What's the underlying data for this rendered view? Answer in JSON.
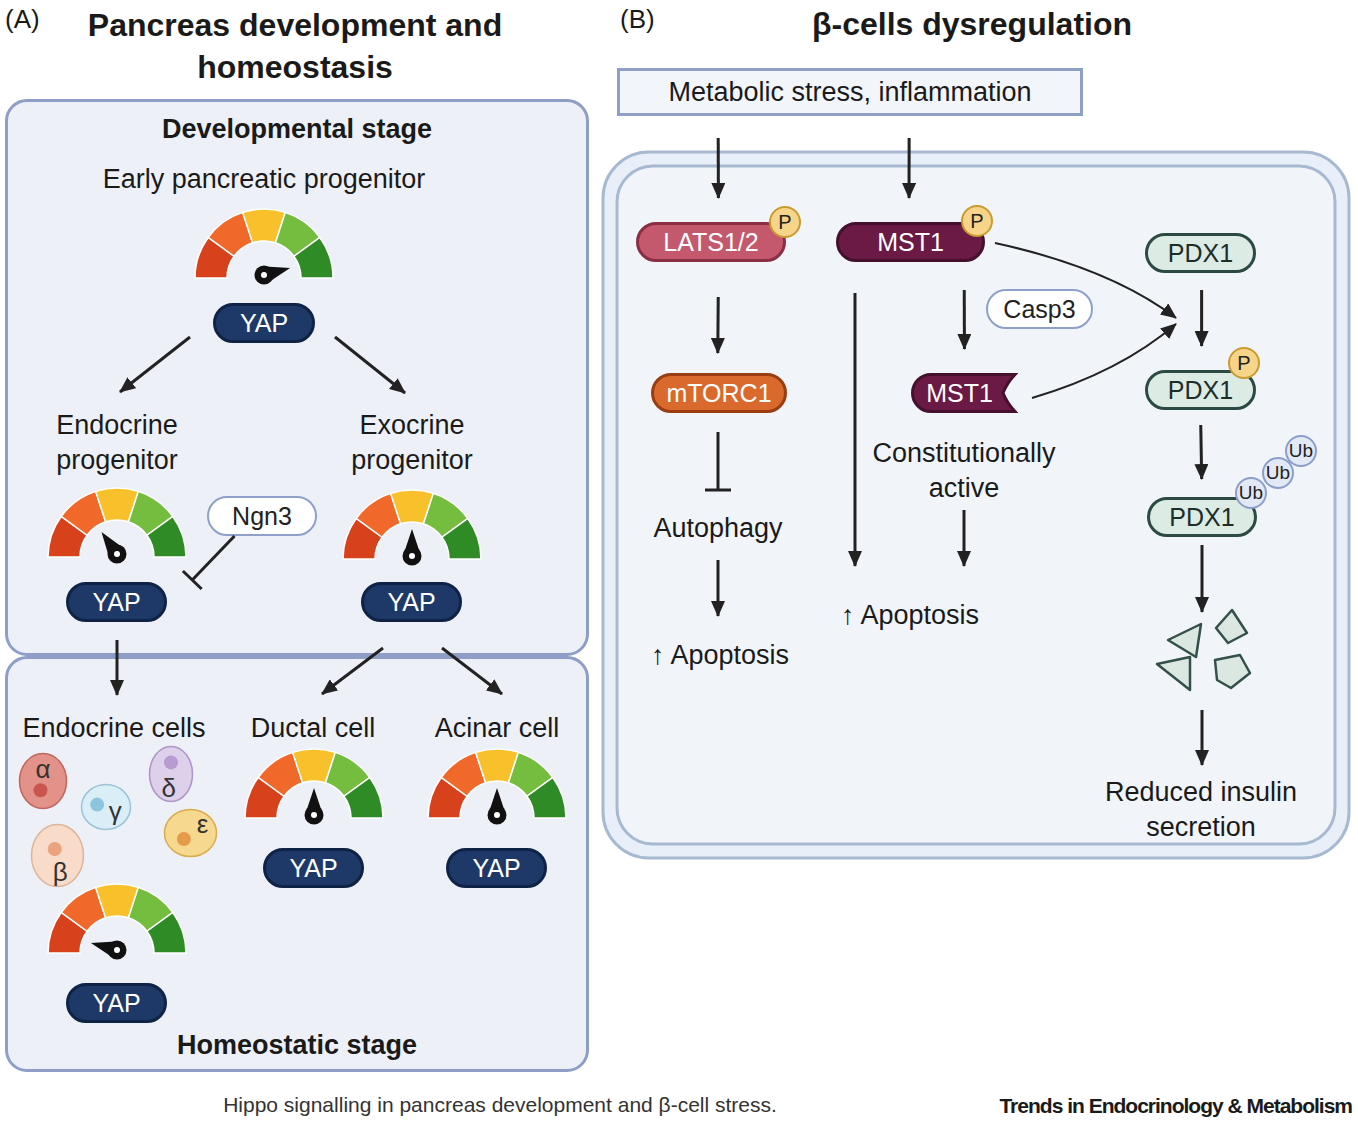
{
  "diagram": {
    "caption": "Hippo signalling in pancreas development and β-cell stress.",
    "nodes": [
      {
        "text": [
          "Developmental stage"
        ]
      },
      {
        "text": [
          "YAP"
        ],
        "in": 0
      },
      {
        "text": [
          "Ngn3"
        ],
        "in": 0
      },
      {
        "text": [
          "YAP"
        ],
        "in": 0
      },
      {
        "text": [
          "YAP"
        ],
        "in": 0
      },
      {
        "text": [
          "Homeostatic stage"
        ]
      },
      {
        "text": [
          "α"
        ],
        "in": 5
      },
      {
        "text": [
          "γ"
        ],
        "in": 5
      },
      {
        "text": [
          "δ"
        ],
        "in": 5
      },
      {
        "text": [
          "ε"
        ],
        "in": 5
      },
      {
        "text": [
          "β"
        ],
        "in": 5
      },
      {
        "text": [
          "YAP"
        ],
        "in": 5
      },
      {
        "text": [
          "YAP"
        ],
        "in": 5
      },
      {
        "text": [
          "YAP"
        ],
        "in": 5
      },
      {
        "text": [
          "Metabolic stress, inflammation"
        ]
      },
      {
        "text": [
          "LATS1/2"
        ]
      },
      {
        "text": [
          "P"
        ]
      },
      {
        "text": [
          "MST1"
        ]
      },
      {
        "text": [
          "P"
        ]
      },
      {
        "text": [
          "PDX1"
        ]
      },
      {
        "text": [
          "Casp3"
        ]
      },
      {
        "text": [
          "mTORC1"
        ]
      },
      {
        "text": [
          "MST1"
        ]
      },
      {
        "text": [
          "PDX1"
        ]
      },
      {
        "text": [
          "P"
        ]
      },
      {
        "text": [
          "Ub"
        ]
      },
      {
        "text": [
          "Ub"
        ]
      },
      {
        "text": [
          "Ub"
        ]
      },
      {
        "text": [
          "PDX1"
        ]
      }
    ],
    "edges": [
      {
        "from": 2,
        "to": 3,
        "arrow": "to"
      },
      {
        "from": 14,
        "to": 15,
        "arrow": "to"
      },
      {
        "from": 14,
        "to": 17,
        "arrow": "to"
      },
      {
        "from": 15,
        "to": 21,
        "arrow": "to"
      },
      {
        "from": 17,
        "to": 22,
        "arrow": "to"
      },
      {
        "from": 19,
        "to": 23,
        "arrow": "to"
      },
      {
        "from": 23,
        "to": 28,
        "arrow": "to"
      }
    ],
    "labels": [
      "(A)",
      "Pancreas development and homeostasis",
      "Early pancreatic progenitor",
      "Endocrine progenitor",
      "Exocrine progenitor",
      "Endocrine cells",
      "Ductal cell",
      "Acinar cell",
      "(B)",
      "β-cells dysregulation",
      "Autophagy",
      "Constitutionally active",
      "↑ Apoptosis",
      "↑ Apoptosis",
      "Reduced insulin secretion",
      "Trends in Endocrinology & Metabolism"
    ]
  }
}
